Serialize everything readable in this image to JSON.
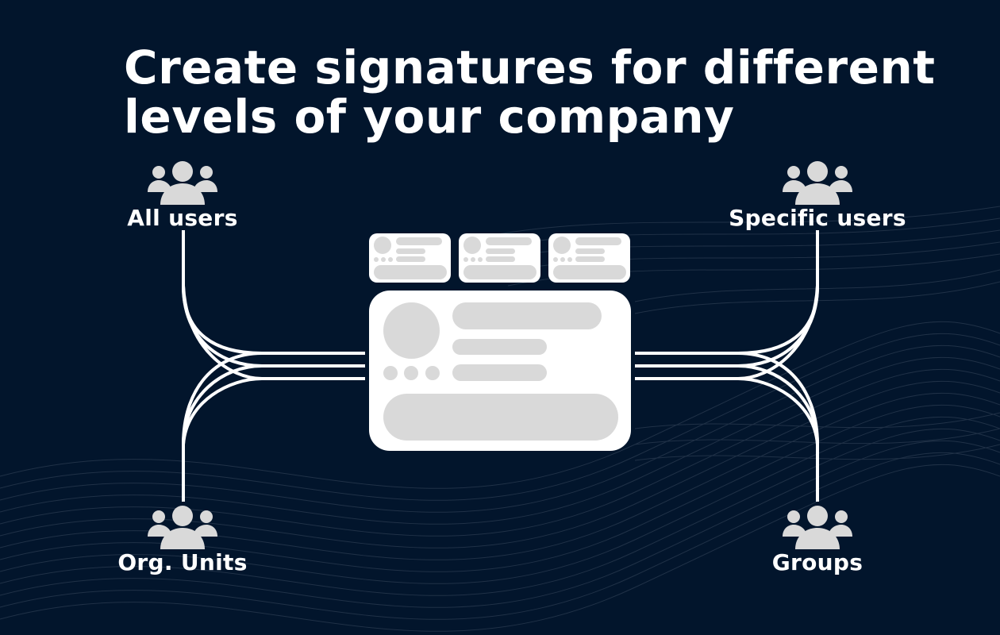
{
  "title": {
    "line1": "Create signatures for different",
    "line2": "levels of your company"
  },
  "nodes": {
    "top_left": {
      "label": "All users",
      "icon": "users-group-icon"
    },
    "top_right": {
      "label": "Specific users",
      "icon": "users-group-icon"
    },
    "bottom_left": {
      "label": "Org. Units",
      "icon": "users-group-icon"
    },
    "bottom_right": {
      "label": "Groups",
      "icon": "users-group-icon"
    }
  },
  "center": {
    "main_card": "signature-template-placeholder",
    "mini_cards": 3
  },
  "colors": {
    "background": "#02152c",
    "foreground": "#ffffff",
    "placeholder": "#d9d9d9",
    "icon": "#d9d9d9",
    "wave_lines": "#2a3a4e"
  }
}
